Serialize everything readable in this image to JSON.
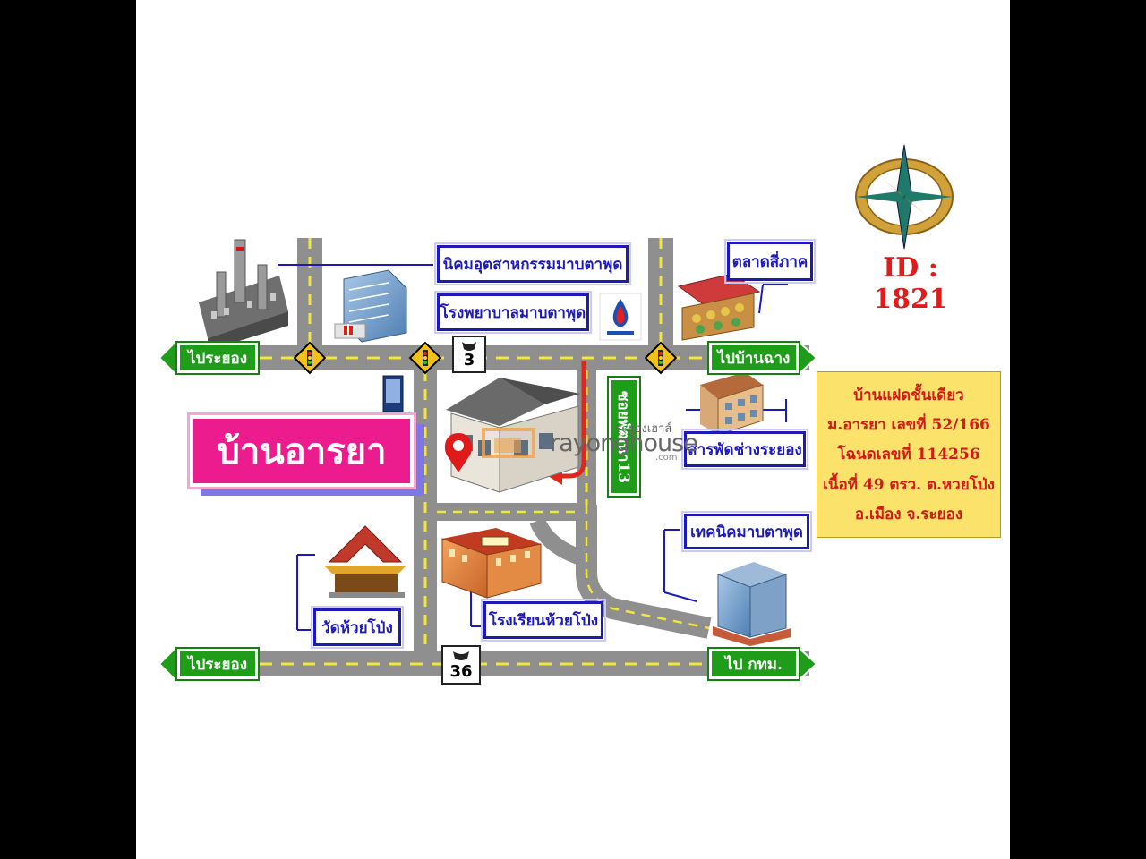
{
  "listing": {
    "id_label": "ID : 1821",
    "house_name": "บ้านอารยา",
    "info_lines": [
      "บ้านแฝดชั้นเดียว",
      "ม.อารยา เลขที่ 52/166",
      "โฉนดเลขที่ 114256",
      "เนื้อที่ 49 ตรว. ต.หวยโป่ง",
      "อ.เมือง จ.ระยอง"
    ]
  },
  "landmarks": {
    "industrial_estate": "นิคมอุตสาหกรรมมาบตาพุด",
    "hospital": "โรงพยาบาลมาบตาพุด",
    "market": "ตลาดสี่ภาค",
    "hardware_store": "สารพัดช่างระยอง",
    "technical_college": "เทคนิคมาบตาพุด",
    "temple": "วัดห้วยโป่ง",
    "school": "โรงเรียนห้วยโป่ง"
  },
  "signs": {
    "top_left": "ไประยอง",
    "top_right": "ไปบ้านฉาง",
    "bottom_left": "ไประยอง",
    "bottom_right": "ไป กทม.",
    "soi": "ซอยพัฒนา13"
  },
  "routes": {
    "route_top": "3",
    "route_bottom": "36"
  },
  "watermark": {
    "thai": "ระยองเฮาส์",
    "brand": "rayonghouse",
    "domain": ".com"
  },
  "colors": {
    "road": "#8f8f8f",
    "road_line": "#f3e63a",
    "label_blue": "#1d1ab5",
    "sign_green": "#1f9d1a",
    "title_pink": "#ec1c8e",
    "info_yellow": "#fbe36b",
    "info_text": "#d11a1a"
  },
  "icons": [
    "factory-icon",
    "hospital-building-icon",
    "market-stall-icon",
    "ptt-station-icon",
    "shophouse-icon",
    "office-tower-icon",
    "temple-icon",
    "school-building-icon",
    "house-icon",
    "map-pin-icon",
    "compass-rose-icon",
    "traffic-light-icon",
    "route-shield-icon"
  ]
}
